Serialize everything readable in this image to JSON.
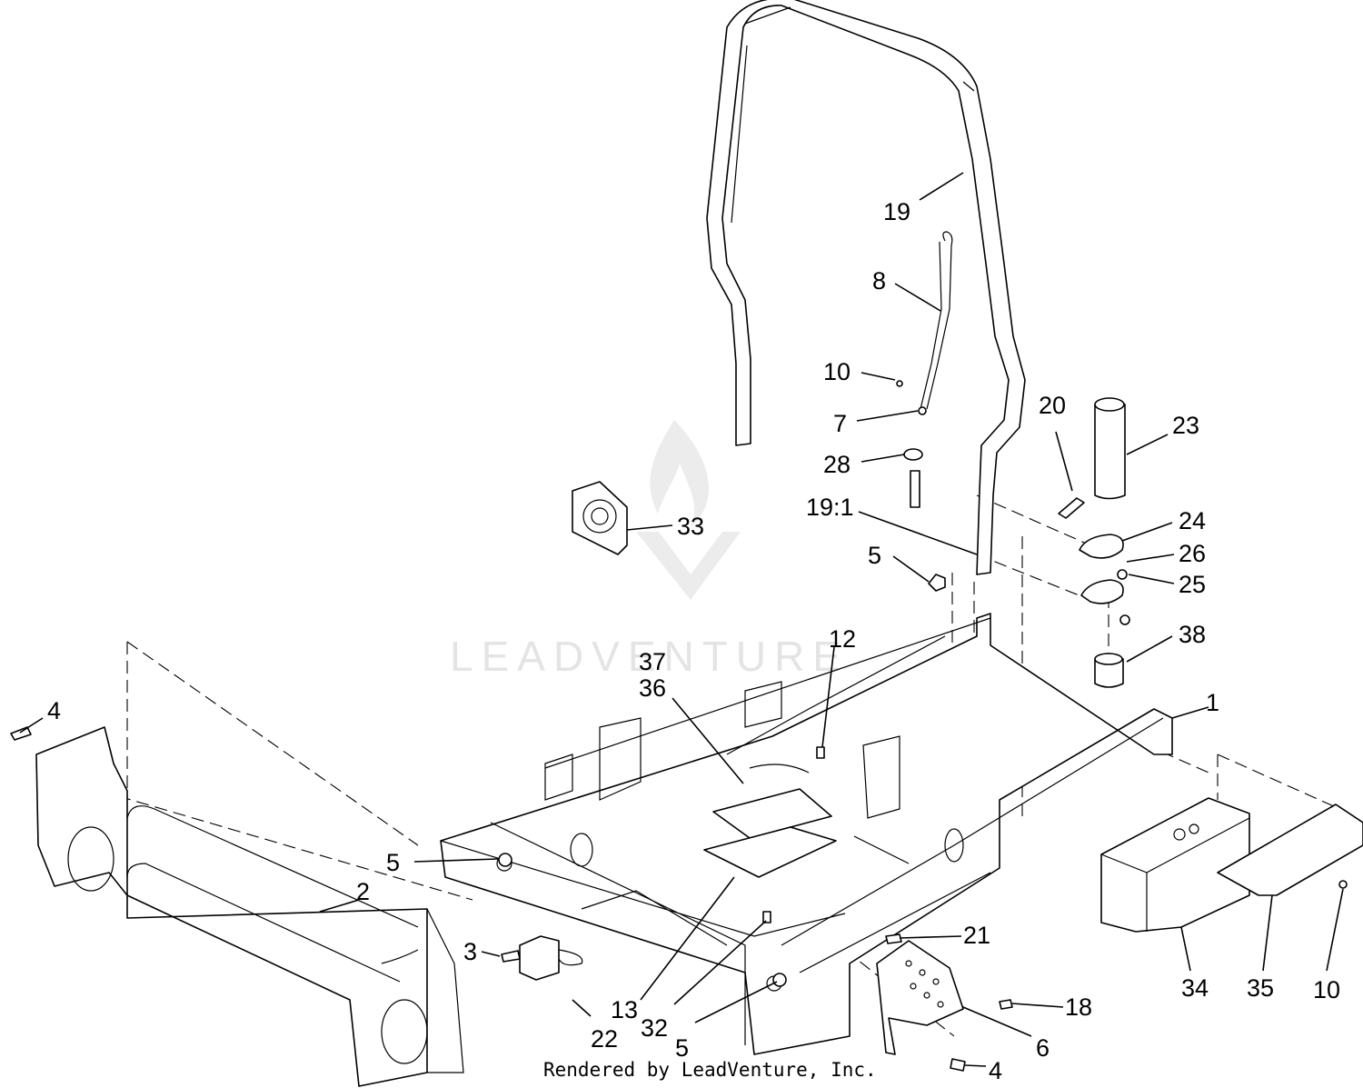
{
  "watermark": {
    "brand": "LEADVENTURE",
    "color": "#e4e4e4"
  },
  "credit": "Rendered by LeadVenture, Inc.",
  "callouts": {
    "c1": "1",
    "c2": "2",
    "c3": "3",
    "c4a": "4",
    "c4b": "4",
    "c5a": "5",
    "c5b": "5",
    "c5c": "5",
    "c6": "6",
    "c7": "7",
    "c8": "8",
    "c10a": "10",
    "c10b": "10",
    "c12": "12",
    "c13": "13",
    "c18": "18",
    "c19": "19",
    "c19_1": "19:1",
    "c20": "20",
    "c21": "21",
    "c22": "22",
    "c23": "23",
    "c24": "24",
    "c25": "25",
    "c26": "26",
    "c28": "28",
    "c32": "32",
    "c33": "33",
    "c34": "34",
    "c35": "35",
    "c36": "36",
    "c37": "37",
    "c38": "38"
  },
  "line_color": "#000000"
}
